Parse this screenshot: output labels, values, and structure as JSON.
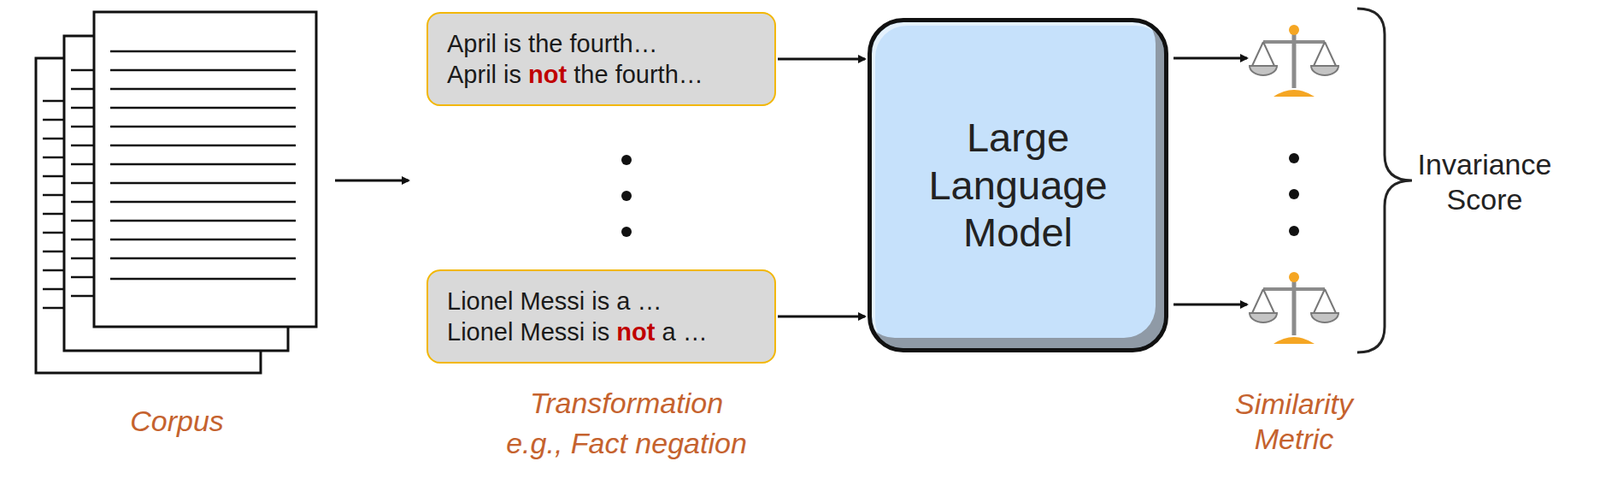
{
  "diagram": {
    "nodes": [
      {
        "text": [
          "April is the fourth…",
          "April is not the fourth…"
        ]
      },
      {
        "text": [
          "Lionel Messi is a …",
          "Lionel Messi is not a …"
        ]
      },
      {
        "text": [
          "Large Language Model"
        ]
      }
    ],
    "edges": [
      {
        "from": 0,
        "to": 2,
        "arrow": "to"
      },
      {
        "from": 1,
        "to": 2,
        "arrow": "to"
      }
    ],
    "labels": [
      "Corpus",
      "Transformation",
      "e.g., Fact negation",
      "Similarity Metric",
      "Invariance Score"
    ]
  }
}
